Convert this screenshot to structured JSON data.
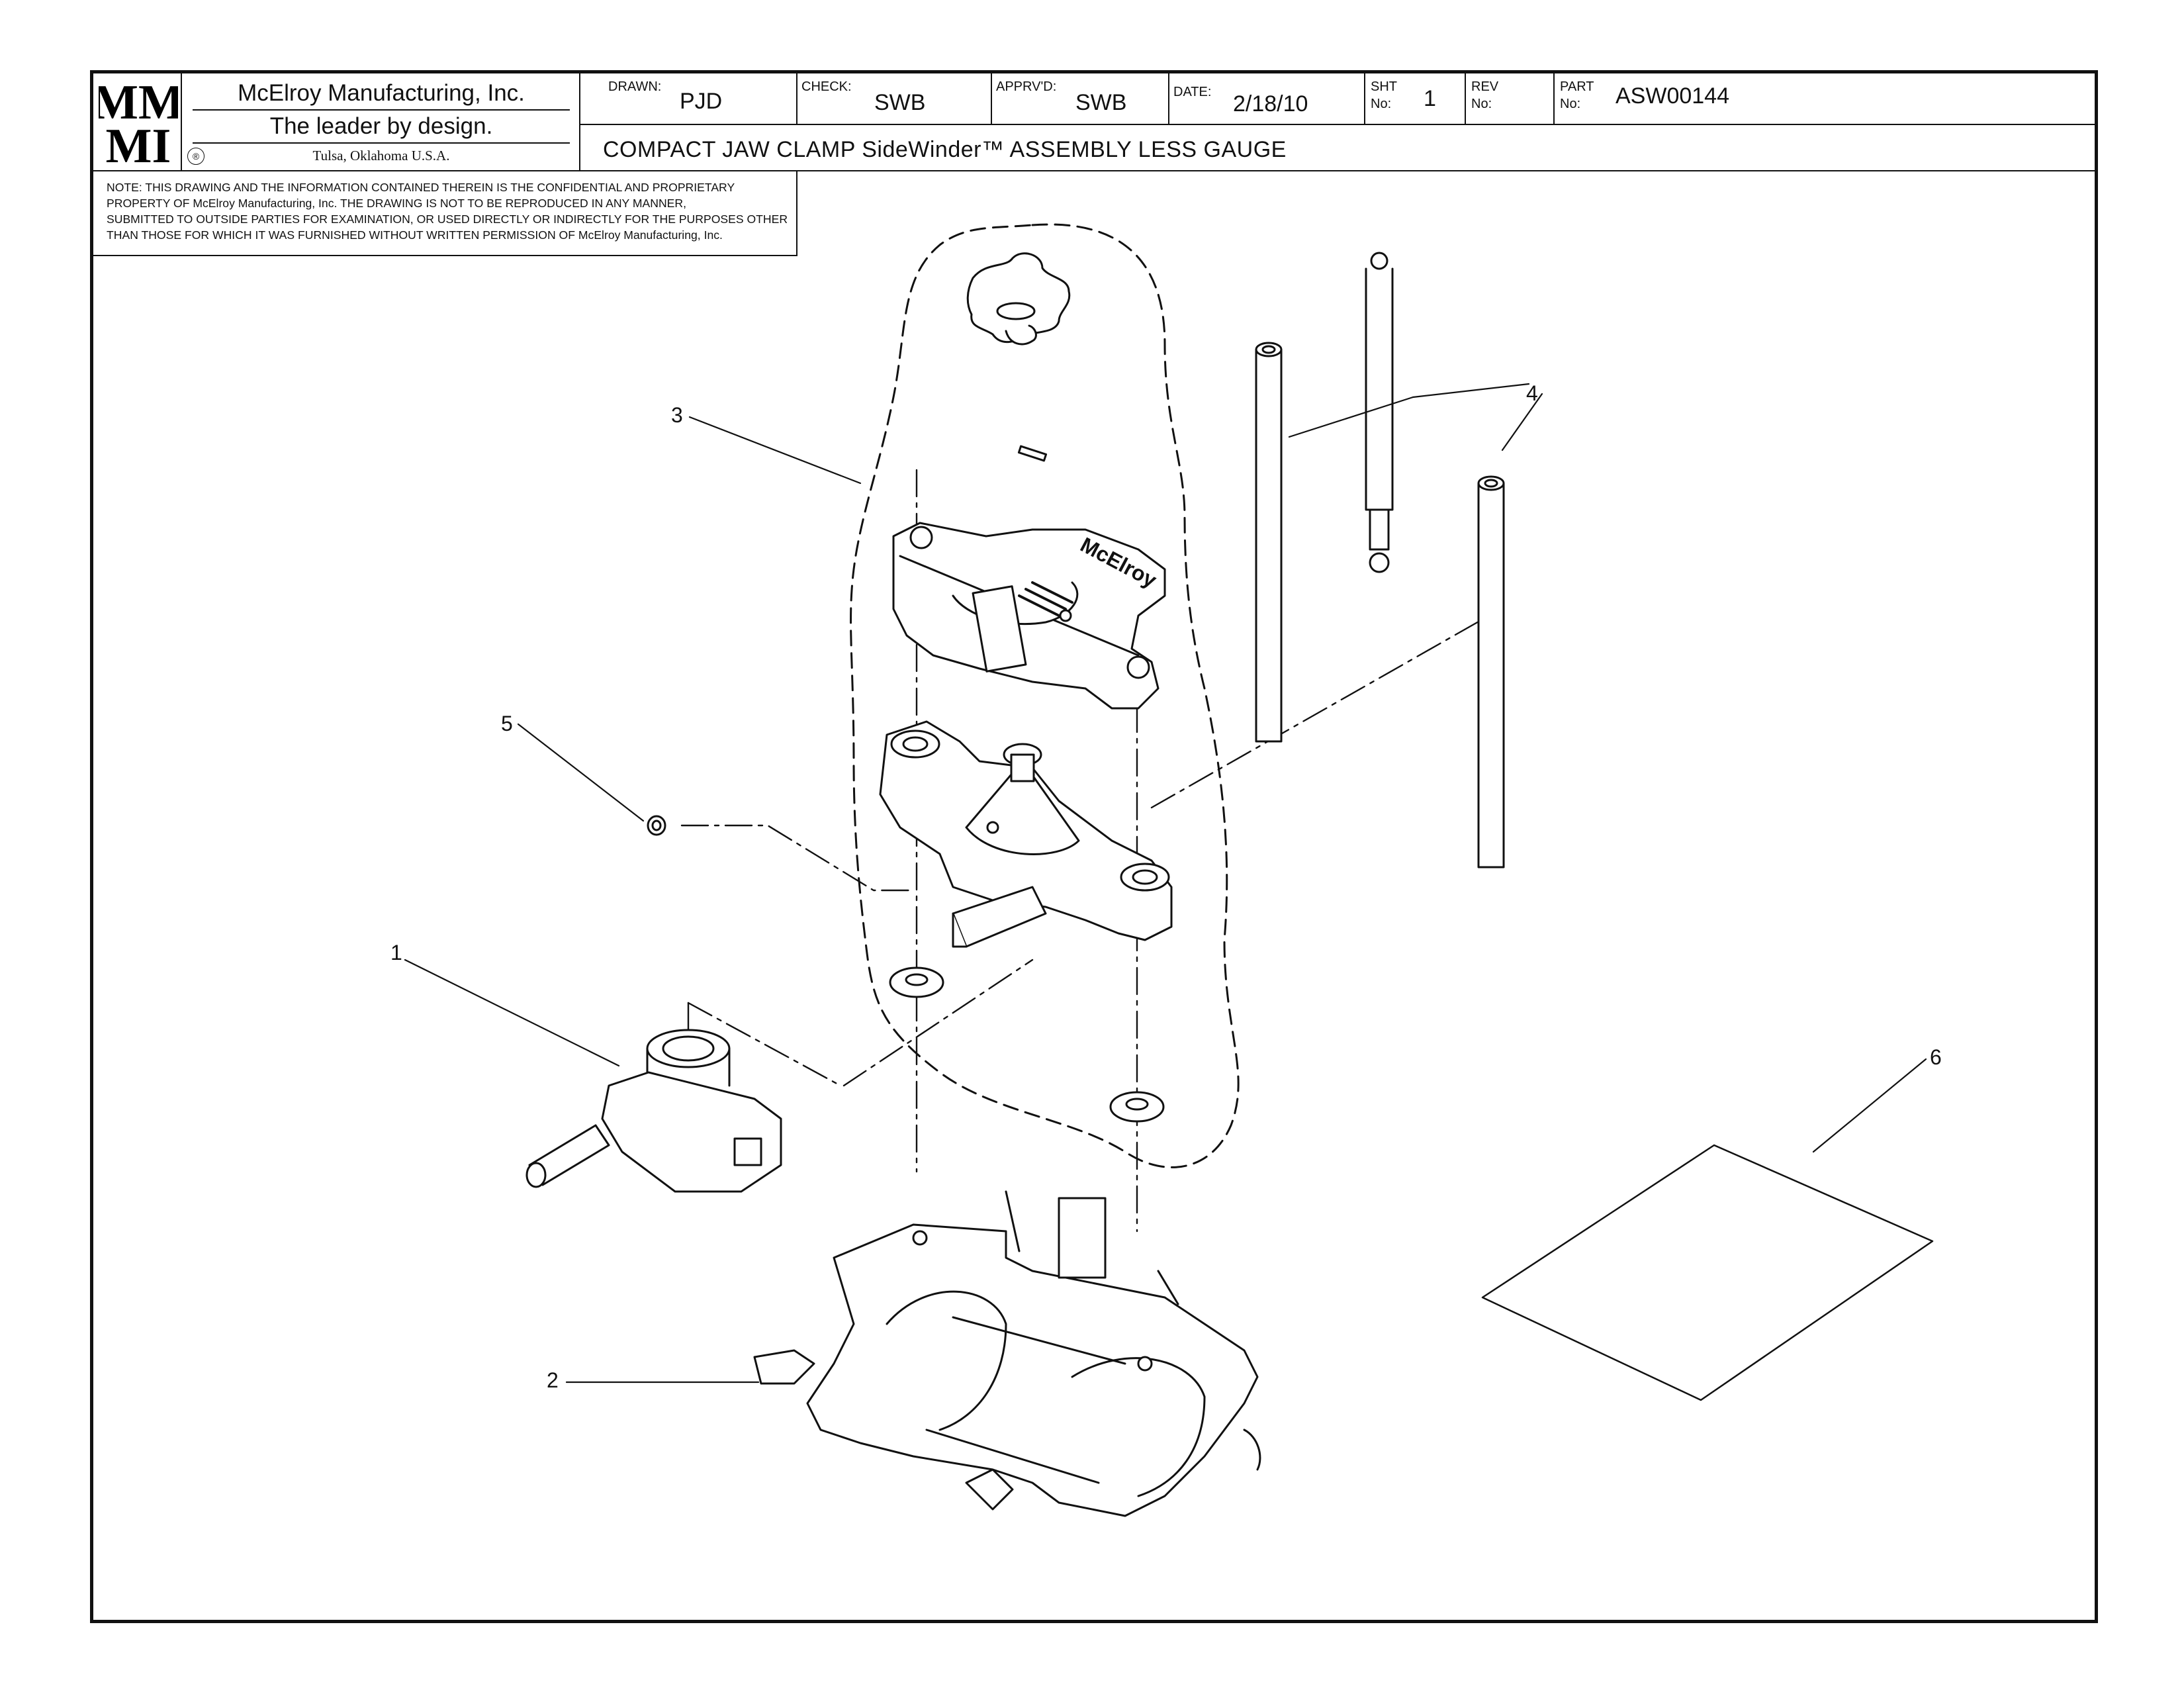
{
  "logo": {
    "line1": "MM",
    "line2": "MI",
    "registered": "®"
  },
  "company": {
    "name": "McElroy Manufacturing, Inc.",
    "tagline": "The leader by design.",
    "location": "Tulsa, Oklahoma U.S.A."
  },
  "titleblock": {
    "drawn_label": "DRAWN:",
    "drawn_value": "PJD",
    "check_label": "CHECK:",
    "check_value": "SWB",
    "apprvd_label": "APPRV'D:",
    "apprvd_value": "SWB",
    "date_label": "DATE:",
    "date_value": "2/18/10",
    "sht_label": "SHT",
    "no_label": "No:",
    "sht_value": "1",
    "rev_label": "REV",
    "rev_no_label": "No:",
    "rev_value": "",
    "part_label": "PART",
    "part_no_label": "No:",
    "part_value": "ASW00144",
    "title": "COMPACT JAW CLAMP SideWinder™ ASSEMBLY LESS GAUGE"
  },
  "note": {
    "line1": "NOTE: THIS DRAWING AND THE INFORMATION CONTAINED THEREIN IS THE CONFIDENTIAL AND PROPRIETARY",
    "line2": "PROPERTY OF McElroy Manufacturing, Inc. THE DRAWING IS NOT TO BE REPRODUCED IN ANY MANNER,",
    "line3": "SUBMITTED TO OUTSIDE PARTIES FOR EXAMINATION, OR USED DIRECTLY OR INDIRECTLY FOR THE PURPOSES OTHER",
    "line4": "THAN THOSE FOR WHICH IT WAS FURNISHED WITHOUT WRITTEN PERMISSION OF McElroy Manufacturing, Inc."
  },
  "balloons": {
    "b1": "1",
    "b2": "2",
    "b3": "3",
    "b4": "4",
    "b5": "5",
    "b6": "6"
  },
  "stamps": {
    "mcelroy": "McElroy"
  }
}
